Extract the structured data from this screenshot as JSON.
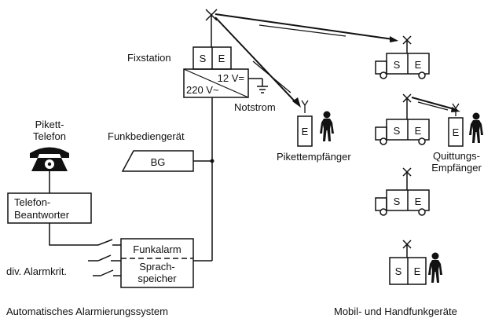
{
  "labels": {
    "fixstation": "Fixstation",
    "s": "S",
    "e": "E",
    "psu_dc": "12 V=",
    "psu_ac": "220 V~",
    "notstrom": "Notstrom",
    "pikett_telefon_line1": "Pikett-",
    "pikett_telefon_line2": "Telefon",
    "funkbediengeraet": "Funkbediengerät",
    "bg": "BG",
    "telefon_beantworter_line1": "Telefon-",
    "telefon_beantworter_line2": "Beantworter",
    "funkalarm": "Funkalarm",
    "sprachspeicher_line1": "Sprach-",
    "sprachspeicher_line2": "speicher",
    "div_alarmkrit": "div. Alarmkrit.",
    "pikettempfaenger": "Pikettempfänger",
    "quittungs_empfaenger_line1": "Quittungs-",
    "quittungs_empfaenger_line2": "Empfänger"
  },
  "captions": {
    "left": "Automatisches Alarmierungssystem",
    "right": "Mobil- und Handfunkgeräte"
  },
  "icons": {
    "telephone": "telephone-icon",
    "person": "person-icon",
    "vehicle": "vehicle-icon",
    "antenna": "antenna-icon"
  },
  "colors": {
    "ink": "#111111",
    "background": "#ffffff"
  }
}
